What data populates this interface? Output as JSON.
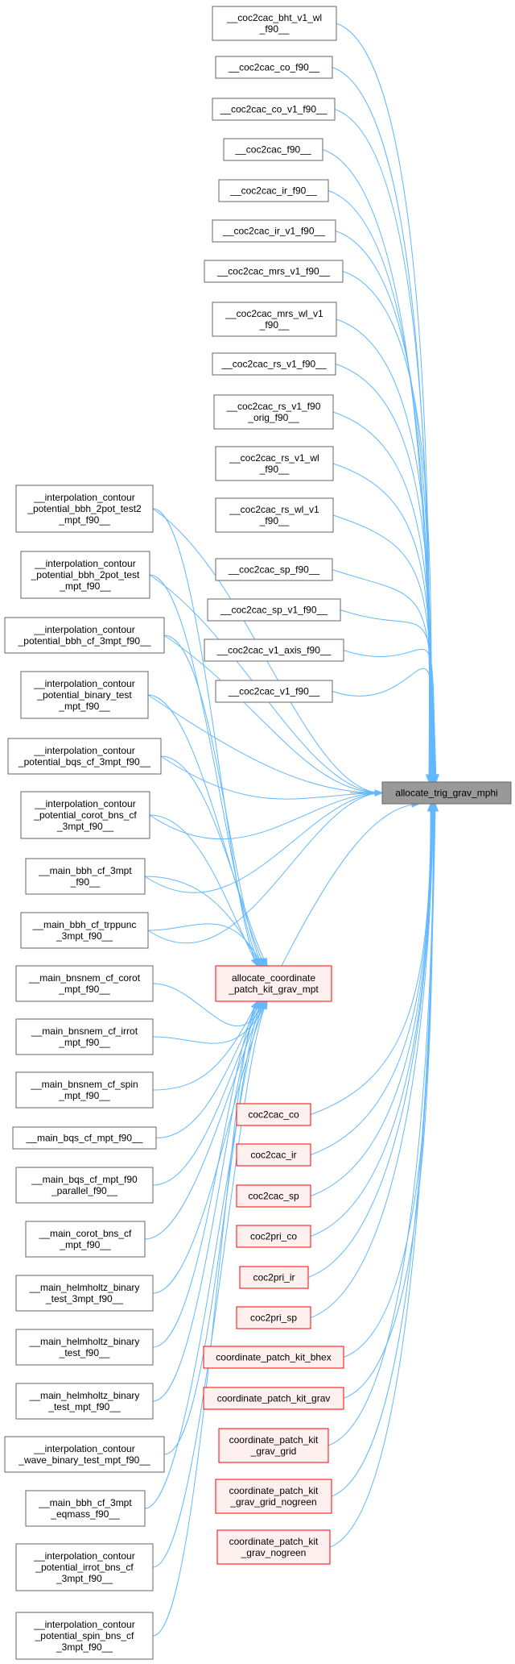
{
  "graph": {
    "target": {
      "lines": [
        "allocate_trig_grav_mphi"
      ],
      "color": "#999999"
    },
    "hub": {
      "lines": [
        "allocate_coordinate",
        "_patch_kit_grav_mpt"
      ],
      "border": "#ff0000"
    },
    "edge_color": "#63b8ff",
    "direct_callers": [
      {
        "lines": [
          "__coc2cac_bht_v1_wl",
          "_f90__"
        ]
      },
      {
        "lines": [
          "__coc2cac_co_f90__"
        ]
      },
      {
        "lines": [
          "__coc2cac_co_v1_f90__"
        ]
      },
      {
        "lines": [
          "__coc2cac_f90__"
        ]
      },
      {
        "lines": [
          "__coc2cac_ir_f90__"
        ]
      },
      {
        "lines": [
          "__coc2cac_ir_v1_f90__"
        ]
      },
      {
        "lines": [
          "__coc2cac_mrs_v1_f90__"
        ]
      },
      {
        "lines": [
          "__coc2cac_mrs_wl_v1",
          "_f90__"
        ]
      },
      {
        "lines": [
          "__coc2cac_rs_v1_f90__"
        ]
      },
      {
        "lines": [
          "__coc2cac_rs_v1_f90",
          "_orig_f90__"
        ]
      },
      {
        "lines": [
          "__coc2cac_rs_v1_wl",
          "_f90__"
        ]
      },
      {
        "lines": [
          "__coc2cac_rs_wl_v1",
          "_f90__"
        ]
      },
      {
        "lines": [
          "__coc2cac_sp_f90__"
        ]
      },
      {
        "lines": [
          "__coc2cac_sp_v1_f90__"
        ]
      },
      {
        "lines": [
          "__coc2cac_v1_axis_f90__"
        ]
      },
      {
        "lines": [
          "__coc2cac_v1_f90__"
        ]
      }
    ],
    "red_callers": [
      {
        "lines": [
          "coc2cac_co"
        ]
      },
      {
        "lines": [
          "coc2cac_ir"
        ]
      },
      {
        "lines": [
          "coc2cac_sp"
        ]
      },
      {
        "lines": [
          "coc2pri_co"
        ]
      },
      {
        "lines": [
          "coc2pri_ir"
        ]
      },
      {
        "lines": [
          "coc2pri_sp"
        ]
      },
      {
        "lines": [
          "coordinate_patch_kit_bhex"
        ]
      },
      {
        "lines": [
          "coordinate_patch_kit_grav"
        ]
      },
      {
        "lines": [
          "coordinate_patch_kit",
          "_grav_grid"
        ]
      },
      {
        "lines": [
          "coordinate_patch_kit",
          "_grav_grid_nogreen"
        ]
      },
      {
        "lines": [
          "coordinate_patch_kit",
          "_grav_nogreen"
        ]
      }
    ],
    "left_callers": [
      {
        "lines": [
          "__interpolation_contour",
          "_potential_bbh_2pot_test2",
          "_mpt_f90__"
        ]
      },
      {
        "lines": [
          "__interpolation_contour",
          "_potential_bbh_2pot_test",
          "_mpt_f90__"
        ]
      },
      {
        "lines": [
          "__interpolation_contour",
          "_potential_bbh_cf_3mpt_f90__"
        ]
      },
      {
        "lines": [
          "__interpolation_contour",
          "_potential_binary_test",
          "_mpt_f90__"
        ]
      },
      {
        "lines": [
          "__interpolation_contour",
          "_potential_bqs_cf_3mpt_f90__"
        ]
      },
      {
        "lines": [
          "__interpolation_contour",
          "_potential_corot_bns_cf",
          "_3mpt_f90__"
        ]
      },
      {
        "lines": [
          "__main_bbh_cf_3mpt",
          "_f90__"
        ]
      },
      {
        "lines": [
          "__main_bbh_cf_trppunc",
          "_3mpt_f90__"
        ]
      },
      {
        "lines": [
          "__main_bnsnem_cf_corot",
          "_mpt_f90__"
        ]
      },
      {
        "lines": [
          "__main_bnsnem_cf_irrot",
          "_mpt_f90__"
        ]
      },
      {
        "lines": [
          "__main_bnsnem_cf_spin",
          "_mpt_f90__"
        ]
      },
      {
        "lines": [
          "__main_bqs_cf_mpt_f90__"
        ]
      },
      {
        "lines": [
          "__main_bqs_cf_mpt_f90",
          "_parallel_f90__"
        ]
      },
      {
        "lines": [
          "__main_corot_bns_cf",
          "_mpt_f90__"
        ]
      },
      {
        "lines": [
          "__main_helmholtz_binary",
          "_test_3mpt_f90__"
        ]
      },
      {
        "lines": [
          "__main_helmholtz_binary",
          "_test_f90__"
        ]
      },
      {
        "lines": [
          "__main_helmholtz_binary",
          "_test_mpt_f90__"
        ]
      },
      {
        "lines": [
          "__interpolation_contour",
          "_wave_binary_test_mpt_f90__"
        ]
      },
      {
        "lines": [
          "__main_bbh_cf_3mpt",
          "_eqmass_f90__"
        ]
      },
      {
        "lines": [
          "__interpolation_contour",
          "_potential_irrot_bns_cf",
          "_3mpt_f90__"
        ]
      },
      {
        "lines": [
          "__interpolation_contour",
          "_potential_spin_bns_cf",
          "_3mpt_f90__"
        ]
      }
    ]
  }
}
